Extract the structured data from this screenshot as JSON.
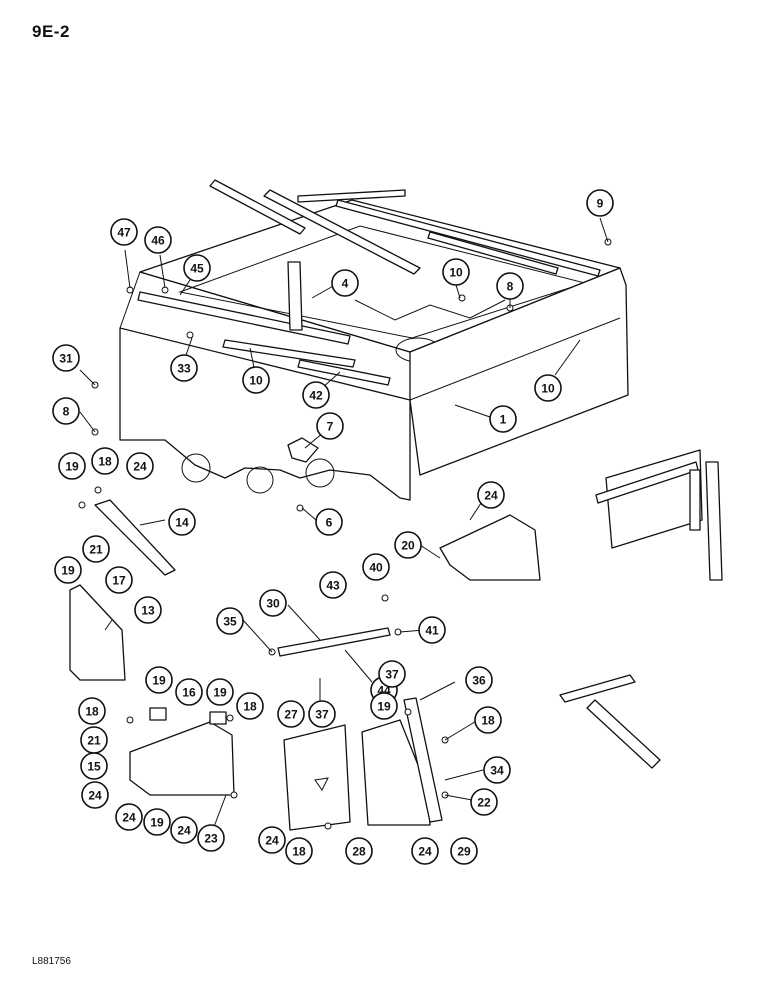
{
  "header": {
    "page_code": "9E-2"
  },
  "footer": {
    "drawing_code": "L881756"
  },
  "callouts": [
    {
      "label": "9"
    },
    {
      "label": "47"
    },
    {
      "label": "46"
    },
    {
      "label": "45"
    },
    {
      "label": "4"
    },
    {
      "label": "10"
    },
    {
      "label": "8"
    },
    {
      "label": "31"
    },
    {
      "label": "33"
    },
    {
      "label": "10"
    },
    {
      "label": "42"
    },
    {
      "label": "10"
    },
    {
      "label": "8"
    },
    {
      "label": "1"
    },
    {
      "label": "7"
    },
    {
      "label": "19"
    },
    {
      "label": "18"
    },
    {
      "label": "24"
    },
    {
      "label": "14"
    },
    {
      "label": "21"
    },
    {
      "label": "6"
    },
    {
      "label": "24"
    },
    {
      "label": "20"
    },
    {
      "label": "19"
    },
    {
      "label": "17"
    },
    {
      "label": "13"
    },
    {
      "label": "40"
    },
    {
      "label": "43"
    },
    {
      "label": "30"
    },
    {
      "label": "35"
    },
    {
      "label": "41"
    },
    {
      "label": "44"
    },
    {
      "label": "37"
    },
    {
      "label": "19"
    },
    {
      "label": "16"
    },
    {
      "label": "19"
    },
    {
      "label": "18"
    },
    {
      "label": "18"
    },
    {
      "label": "21"
    },
    {
      "label": "15"
    },
    {
      "label": "24"
    },
    {
      "label": "24"
    },
    {
      "label": "19"
    },
    {
      "label": "24"
    },
    {
      "label": "23"
    },
    {
      "label": "27"
    },
    {
      "label": "19"
    },
    {
      "label": "37"
    },
    {
      "label": "36"
    },
    {
      "label": "18"
    },
    {
      "label": "34"
    },
    {
      "label": "22"
    },
    {
      "label": "24"
    },
    {
      "label": "18"
    },
    {
      "label": "28"
    },
    {
      "label": "24"
    },
    {
      "label": "29"
    }
  ]
}
